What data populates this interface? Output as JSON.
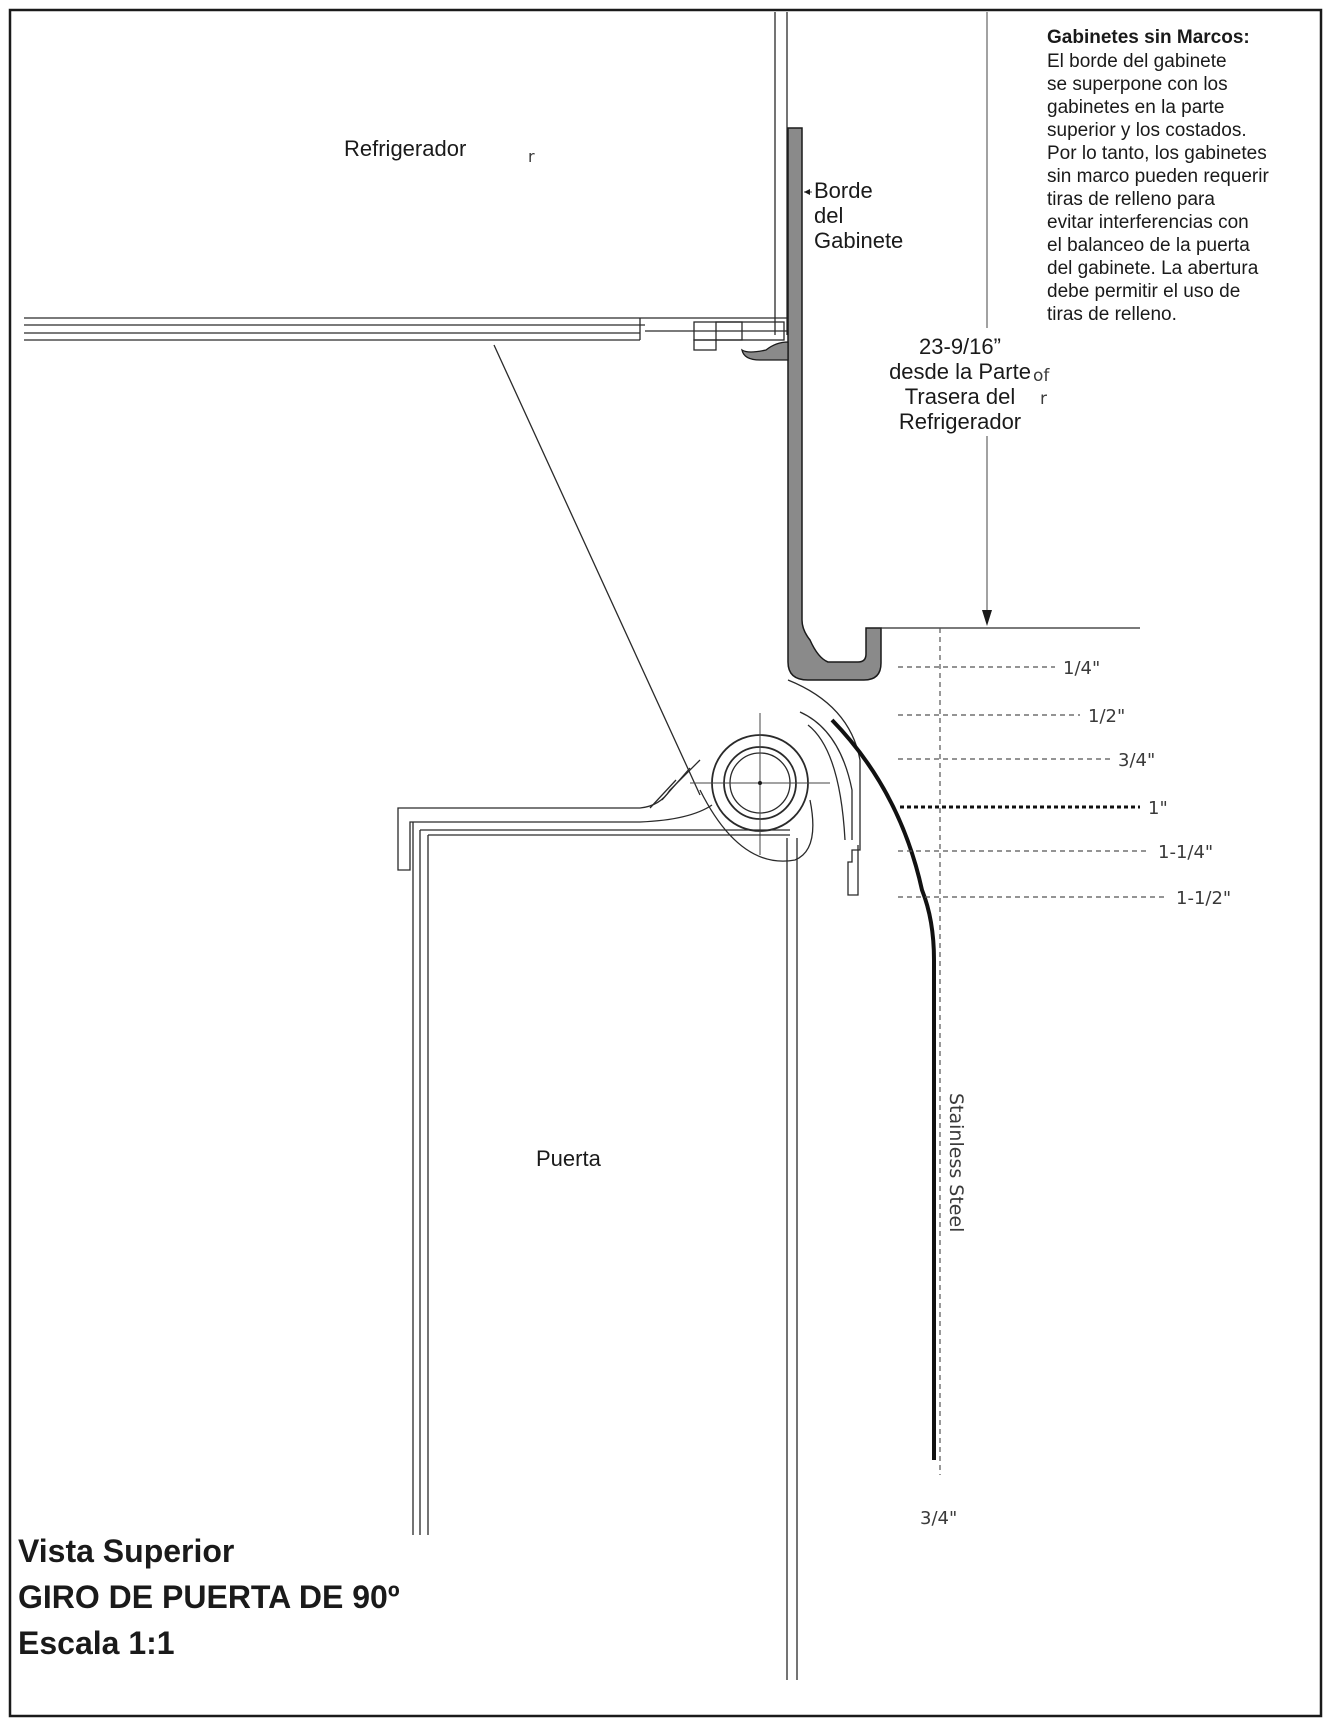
{
  "labels": {
    "refrigerator": "Refrigerador",
    "refrigerator_mark": "r",
    "cabinet_edge": [
      "Borde",
      "del",
      "Gabinete"
    ],
    "depth_dimension": [
      "23-9/16”",
      "desde la Parte",
      "Trasera del",
      "Refrigerador"
    ],
    "stray_marks": [
      "of",
      "r"
    ],
    "door": "Puerta",
    "stainless_steel": "Stainless Steel",
    "bottom_clearance": "3/4\""
  },
  "note": {
    "heading": "Gabinetes sin Marcos:",
    "lines": [
      "El borde del gabinete",
      "se superpone con los",
      "gabinetes en la parte",
      "superior y los costados.",
      "Por lo tanto, los gabinetes",
      "sin marco pueden requerir",
      "tiras de relleno para",
      "evitar interferencias con",
      "el balanceo de la puerta",
      "del gabinete. La abertura",
      "debe permitir el uso de",
      "tiras de relleno."
    ]
  },
  "clearance_lines": [
    "1/4\"",
    "1/2\"",
    "3/4\"",
    "1\"",
    "1-1/4\"",
    "1-1/2\""
  ],
  "title_block": {
    "line1": "Vista Superior",
    "line2": "GIRO DE PUERTA DE 90º",
    "line3": "Escala 1:1"
  },
  "colors": {
    "ink": "#1a1a1a",
    "cabinet_fill": "#8a8a8a",
    "paper": "#ffffff"
  }
}
